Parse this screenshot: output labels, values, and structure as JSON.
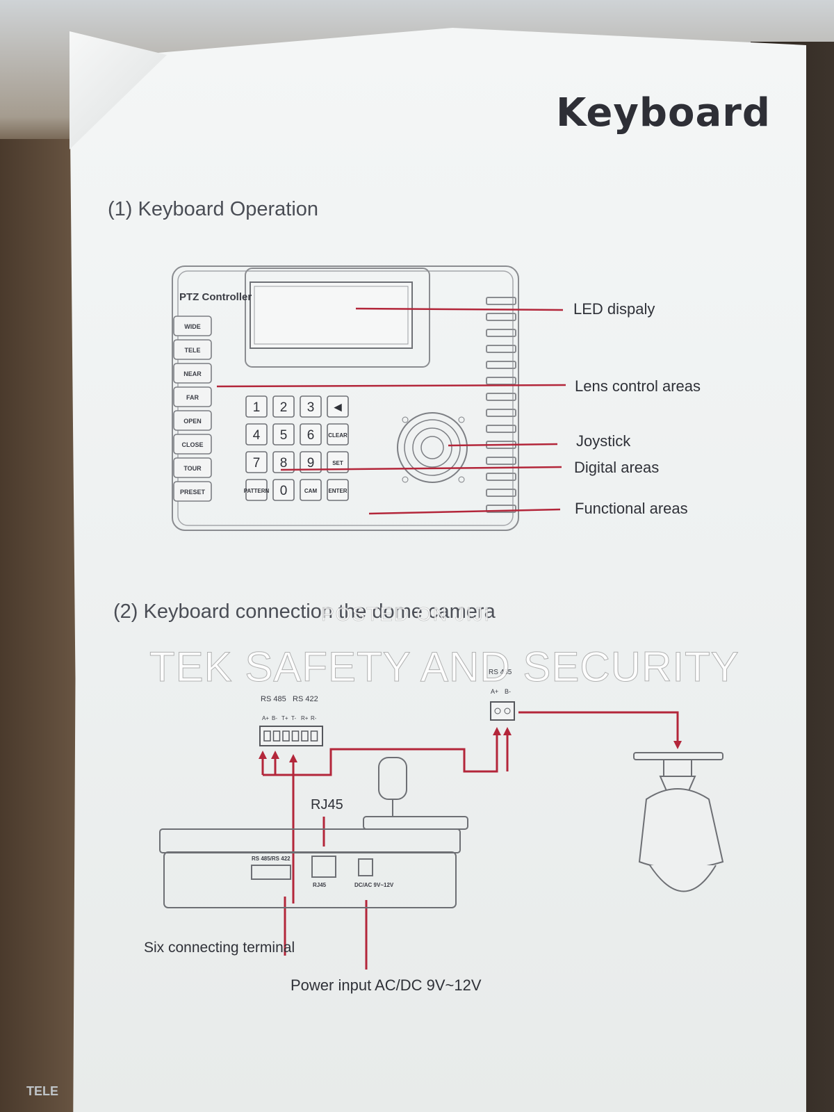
{
  "doc": {
    "title": "Keyboard",
    "section1": "(1)  Keyboard Operation",
    "section2": "(2)  Keyboard connection the dome camera",
    "watermark": "TEK SAFETY AND SECURITY",
    "watermark_small": "POSTED ON JIJI",
    "bottom_tag": "TELE"
  },
  "keyboard": {
    "label": "PTZ Controller",
    "lens_buttons": [
      "WIDE",
      "TELE",
      "NEAR",
      "FAR",
      "OPEN",
      "CLOSE",
      "TOUR",
      "PRESET"
    ],
    "keypad": [
      "1",
      "2",
      "3",
      "◄",
      "4",
      "5",
      "6",
      "CLEAR",
      "7",
      "8",
      "9",
      "SET",
      "PATTERN",
      "0",
      "CAM",
      "ENTER"
    ]
  },
  "callouts": {
    "led": "LED dispaly",
    "lens": "Lens control areas",
    "joystick": "Joystick",
    "digital": "Digital areas",
    "functional": "Functional areas"
  },
  "connection": {
    "rs485": "RS 485",
    "rs422": "RS 422",
    "pins": [
      "A+",
      "B-",
      "T+",
      "T-",
      "R+",
      "R-"
    ],
    "dome_rs485": "RS 485",
    "dome_pins": [
      "A+",
      "B-"
    ],
    "rj45_label": "RJ45",
    "panel_rs": "RS 485/RS 422",
    "panel_rj45": "RJ45",
    "panel_power": "DC/AC 9V~12V",
    "six_terminal": "Six connecting terminal",
    "power_input": "Power input  AC/DC 9V~12V"
  },
  "colors": {
    "line_red": "#b3263a",
    "ink": "#3a3c44",
    "paper": "#eef1f1"
  }
}
